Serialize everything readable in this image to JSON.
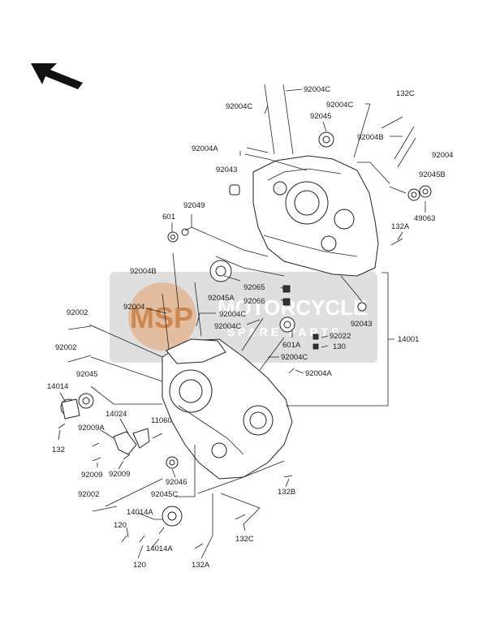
{
  "watermark": {
    "logo": "MSP",
    "line1": "MOTORCYCLE",
    "line2": "SPARE PARTS"
  },
  "colors": {
    "watermark_bg": "#d9d9d9",
    "watermark_logo": "#e6a06a",
    "line": "#222222"
  },
  "labels": {
    "l_92004C_a": "92004C",
    "l_92004C_b": "92004C",
    "l_132C_top": "132C",
    "l_92004C_c": "92004C",
    "l_92045_top": "92045",
    "l_92004B_top": "92004B",
    "l_92004_top": "92004",
    "l_92004A_top": "92004A",
    "l_92043_top": "92043",
    "l_92045B": "92045B",
    "l_49063": "49063",
    "l_92049": "92049",
    "l_601": "601",
    "l_132A_top": "132A",
    "l_92004B_mid": "92004B",
    "l_92065": "92065",
    "l_92066": "92066",
    "l_92004_mid": "92004",
    "l_92045A": "92045A",
    "l_92004C_d": "92004C",
    "l_92043_mid": "92043",
    "l_92002_a": "92002",
    "l_92004C_e": "92004C",
    "l_601A": "601A",
    "l_92022": "92022",
    "l_130": "130",
    "l_14001": "14001",
    "l_92002_b": "92002",
    "l_92004C_f": "92004C",
    "l_92004A_mid": "92004A",
    "l_14014": "14014",
    "l_92045_mid": "92045",
    "l_14024": "14024",
    "l_11060": "11060",
    "l_92009A": "92009A",
    "l_132_left": "132",
    "l_92009_a": "92009",
    "l_92009_b": "92009",
    "l_92046": "92046",
    "l_92045C": "92045C",
    "l_92002_c": "92002",
    "l_132B": "132B",
    "l_14014A_a": "14014A",
    "l_120_a": "120",
    "l_14014A_b": "14014A",
    "l_132C_bot": "132C",
    "l_120_b": "120",
    "l_132A_bot": "132A"
  }
}
